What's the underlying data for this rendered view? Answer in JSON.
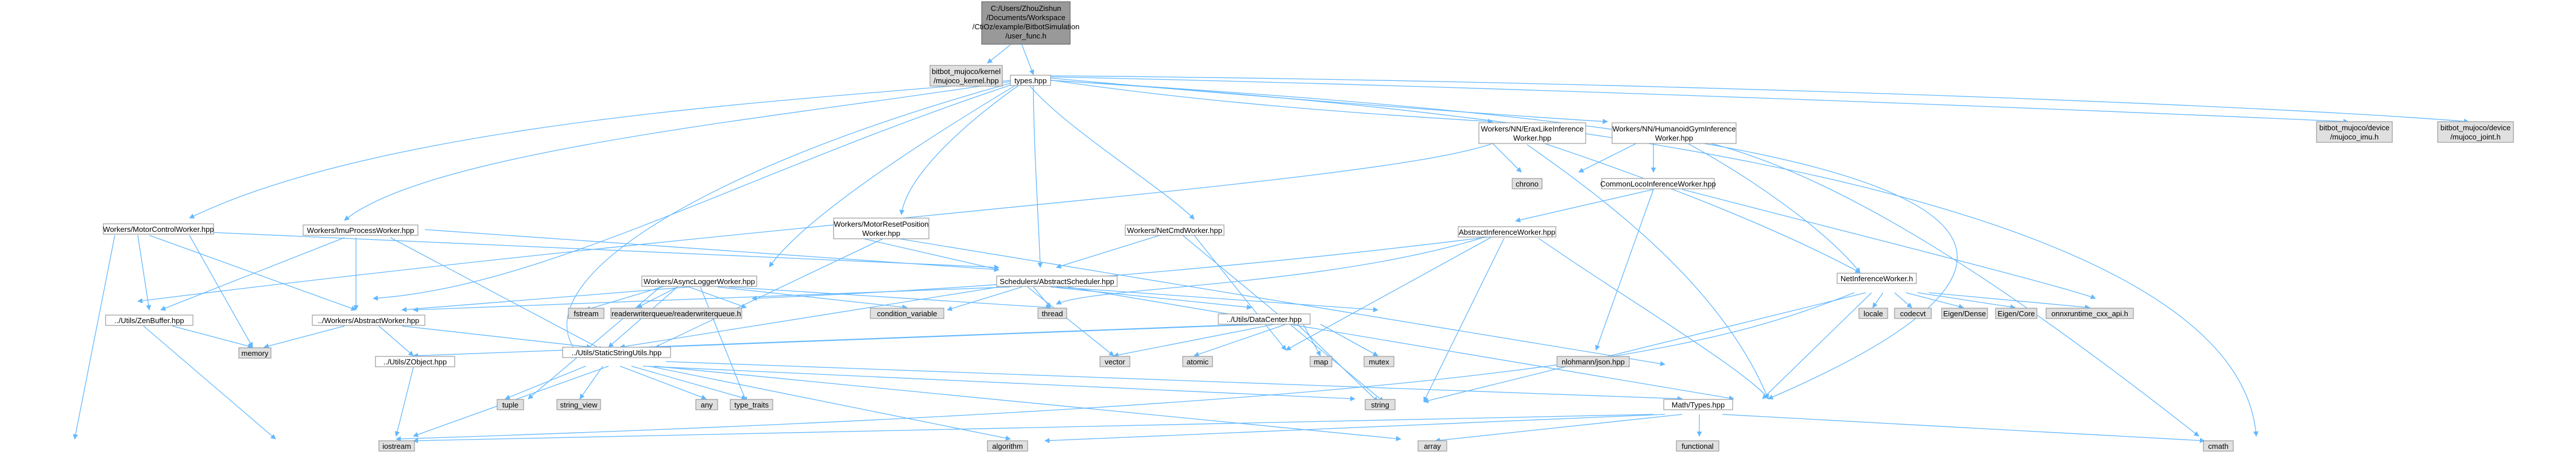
{
  "graph": {
    "root": {
      "line1": "C:/Users/ZhouZishun",
      "line2": "/Documents/Workspace",
      "line3": "/CtiOz/example/BitbotSimulation",
      "line4": "/user_func.h"
    },
    "nodes": {
      "kernel": {
        "line1": "bitbot_mujoco/kernel",
        "line2": "/mujoco_kernel.hpp"
      },
      "types": {
        "label": "types.hpp"
      },
      "imu": {
        "line1": "bitbot_mujoco/device",
        "line2": "/mujoco_imu.h"
      },
      "joint": {
        "line1": "bitbot_mujoco/device",
        "line2": "/mujoco_joint.h"
      },
      "ehw": {
        "line1": "Workers/NN/EraxLikeInference",
        "line2": "Worker.hpp"
      },
      "hum": {
        "line1": "Workers/NN/HumanoidGymInference",
        "line2": "Worker.hpp"
      },
      "chrono": {
        "label": "chrono"
      },
      "common": {
        "label": "CommonLocoInferenceWorker.hpp"
      },
      "abstractinf": {
        "label": "AbstractInferenceWorker.hpp"
      },
      "motorctrl": {
        "label": "Workers/MotorControlWorker.hpp"
      },
      "imuproc": {
        "label": "Workers/ImuProcessWorker.hpp"
      },
      "motorreset": {
        "line1": "Workers/MotorResetPosition",
        "line2": "Worker.hpp"
      },
      "netcmd": {
        "label": "Workers/NetCmdWorker.hpp"
      },
      "asynclog": {
        "label": "Workers/AsyncLoggerWorker.hpp"
      },
      "scheduler": {
        "label": "Schedulers/AbstractScheduler.hpp"
      },
      "nninf": {
        "label": "NetInferenceWorker.h"
      },
      "locale": {
        "label": "locale"
      },
      "codecvt": {
        "label": "codecvt"
      },
      "eigendense": {
        "label": "Eigen/Dense"
      },
      "eigencore": {
        "label": "Eigen/Core"
      },
      "onnx": {
        "label": "onnxruntime_cxx_api.h"
      },
      "fstream": {
        "label": "fstream"
      },
      "rwqueue": {
        "label": "readerwriterqueue/readerwriterqueue.h"
      },
      "condvar": {
        "label": "condition_variable"
      },
      "thread": {
        "label": "thread"
      },
      "datacenter": {
        "label": "../Utils/DataCenter.hpp"
      },
      "zenbuffer": {
        "label": "../Utils/ZenBuffer.hpp"
      },
      "abstractworker": {
        "label": "../Workers/AbstractWorker.hpp"
      },
      "memory": {
        "label": "memory"
      },
      "zobject": {
        "label": "../Utils/ZObject.hpp"
      },
      "staticstring": {
        "label": "../Utils/StaticStringUtils.hpp"
      },
      "atomic": {
        "label": "atomic"
      },
      "vector": {
        "label": "vector"
      },
      "map": {
        "label": "map"
      },
      "mutex": {
        "label": "mutex"
      },
      "json": {
        "label": "nlohmann/json.hpp"
      },
      "tuple": {
        "label": "tuple"
      },
      "stringview": {
        "label": "string_view"
      },
      "any": {
        "label": "any"
      },
      "typetraits": {
        "label": "type_traits"
      },
      "string": {
        "label": "string"
      },
      "mathtypes": {
        "label": "Math/Types.hpp"
      },
      "iostream": {
        "label": "iostream"
      },
      "algorithm": {
        "label": "algorithm"
      },
      "array": {
        "label": "array"
      },
      "functional": {
        "label": "functional"
      },
      "cmath": {
        "label": "cmath"
      }
    }
  },
  "colors": {
    "edge": "#63b8ff",
    "node_border": "#999999",
    "system_header_fill": "#e0e0e0",
    "root_fill": "#999999",
    "file_fill": "#ffffff"
  }
}
